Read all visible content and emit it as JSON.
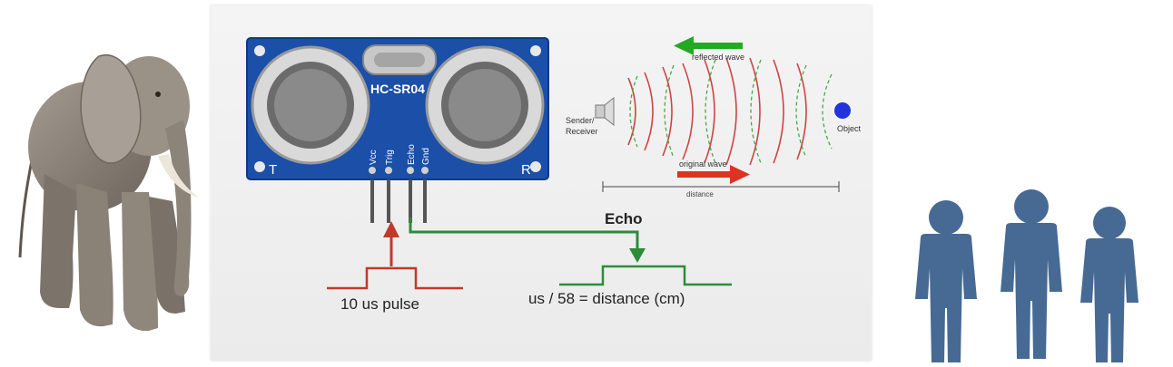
{
  "module": {
    "model": "HC-SR04",
    "pin_labels": [
      "Vcc",
      "Trig",
      "Echo",
      "Gnd"
    ],
    "side_left": "T",
    "side_right": "R"
  },
  "wave_diagram": {
    "reflected_label": "reflected wave",
    "original_label": "original wave",
    "sender_label_1": "Sender/",
    "sender_label_2": "Receiver",
    "object_label": "Object",
    "distance_label": "distance"
  },
  "signals": {
    "echo_label": "Echo",
    "trigger_pulse_label": "10 us pulse",
    "formula_label": "us / 58 = distance (cm)"
  },
  "colors": {
    "board_blue": "#1b4fa8",
    "trigger_red": "#c0392b",
    "echo_green": "#2e8b3a",
    "people_blue": "#466a93",
    "object_blue": "#2233dd"
  }
}
